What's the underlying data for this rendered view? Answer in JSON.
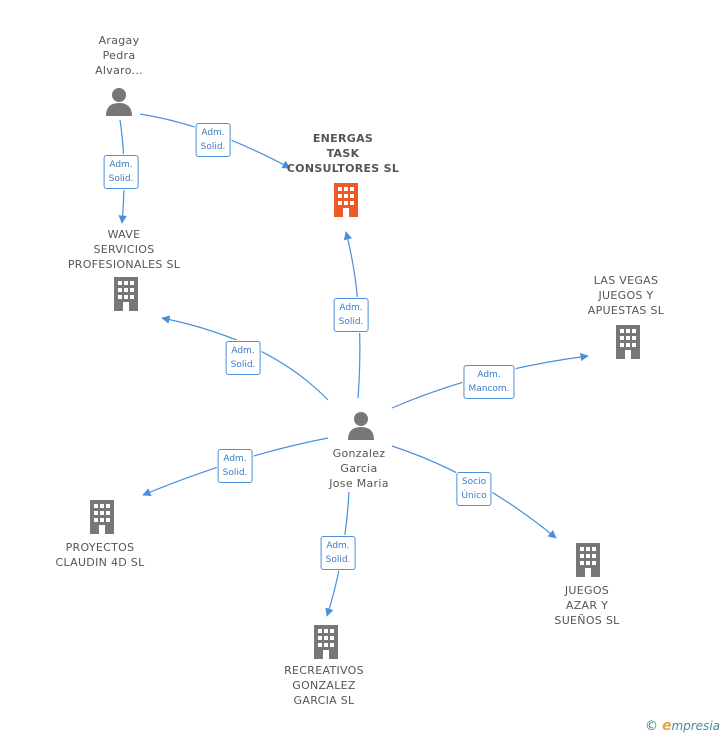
{
  "nodes": {
    "aragay": {
      "name_lines": [
        "Aragay",
        "Pedra",
        "Alvaro..."
      ],
      "icon": "person-icon"
    },
    "energas": {
      "name_lines": [
        "ENERGAS",
        "TASK",
        "CONSULTORES SL"
      ],
      "icon": "building-icon",
      "color": "#f05a28"
    },
    "wave": {
      "name_lines": [
        "WAVE",
        "SERVICIOS",
        "PROFESIONALES SL"
      ],
      "icon": "building-icon"
    },
    "lasvegas": {
      "name_lines": [
        "LAS VEGAS",
        "JUEGOS Y",
        "APUESTAS  SL"
      ],
      "icon": "building-icon"
    },
    "gonzalez": {
      "name_lines": [
        "Gonzalez",
        "Garcia",
        "Jose Maria"
      ],
      "icon": "person-icon"
    },
    "proyectos": {
      "name_lines": [
        "PROYECTOS",
        "CLAUDIN 4D  SL"
      ],
      "icon": "building-icon"
    },
    "juegos": {
      "name_lines": [
        "JUEGOS",
        "AZAR Y",
        "SUEÑOS SL"
      ],
      "icon": "building-icon"
    },
    "recreativos": {
      "name_lines": [
        "RECREATIVOS",
        "GONZALEZ",
        "GARCIA SL"
      ],
      "icon": "building-icon"
    }
  },
  "edges": [
    {
      "id": "aragay-energas",
      "label_lines": [
        "Adm.",
        "Solid."
      ]
    },
    {
      "id": "aragay-wave",
      "label_lines": [
        "Adm.",
        "Solid."
      ]
    },
    {
      "id": "gonzalez-energas",
      "label_lines": [
        "Adm.",
        "Solid."
      ]
    },
    {
      "id": "gonzalez-wave",
      "label_lines": [
        "Adm.",
        "Solid."
      ]
    },
    {
      "id": "gonzalez-lasvegas",
      "label_lines": [
        "Adm.",
        "Mancom."
      ]
    },
    {
      "id": "gonzalez-proyectos",
      "label_lines": [
        "Adm.",
        "Solid."
      ]
    },
    {
      "id": "gonzalez-juegos",
      "label_lines": [
        "Socio",
        "Único"
      ]
    },
    {
      "id": "gonzalez-recreativos",
      "label_lines": [
        "Adm.",
        "Solid."
      ]
    }
  ],
  "colors": {
    "edge": "#4a90d9",
    "node_gray": "#777777",
    "focus": "#f05a28"
  },
  "footer": {
    "copyright_symbol": "©",
    "brand_initial": "e",
    "brand_rest": "mpresia"
  }
}
